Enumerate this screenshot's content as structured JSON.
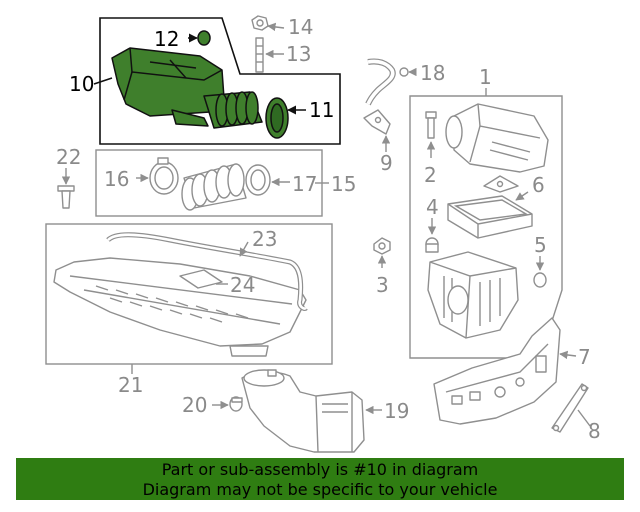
{
  "callouts": {
    "c1": "1",
    "c2": "2",
    "c3": "3",
    "c4": "4",
    "c5": "5",
    "c6": "6",
    "c7": "7",
    "c8": "8",
    "c9": "9",
    "c10": "10",
    "c11": "11",
    "c12": "12",
    "c13": "13",
    "c14": "14",
    "c15": "15",
    "c16": "16",
    "c17": "17",
    "c18": "18",
    "c19": "19",
    "c20": "20",
    "c21": "21",
    "c22": "22",
    "c23": "23",
    "c24": "24"
  },
  "highlighted_part": "10",
  "banner": {
    "line1": "Part or sub-assembly is #10 in diagram",
    "line2": "Diagram may not be specific to your vehicle"
  },
  "colors": {
    "highlight_fill": "#3f7f2c",
    "banner_background": "#2f7d12",
    "part_stroke": "#8f8f8f"
  }
}
